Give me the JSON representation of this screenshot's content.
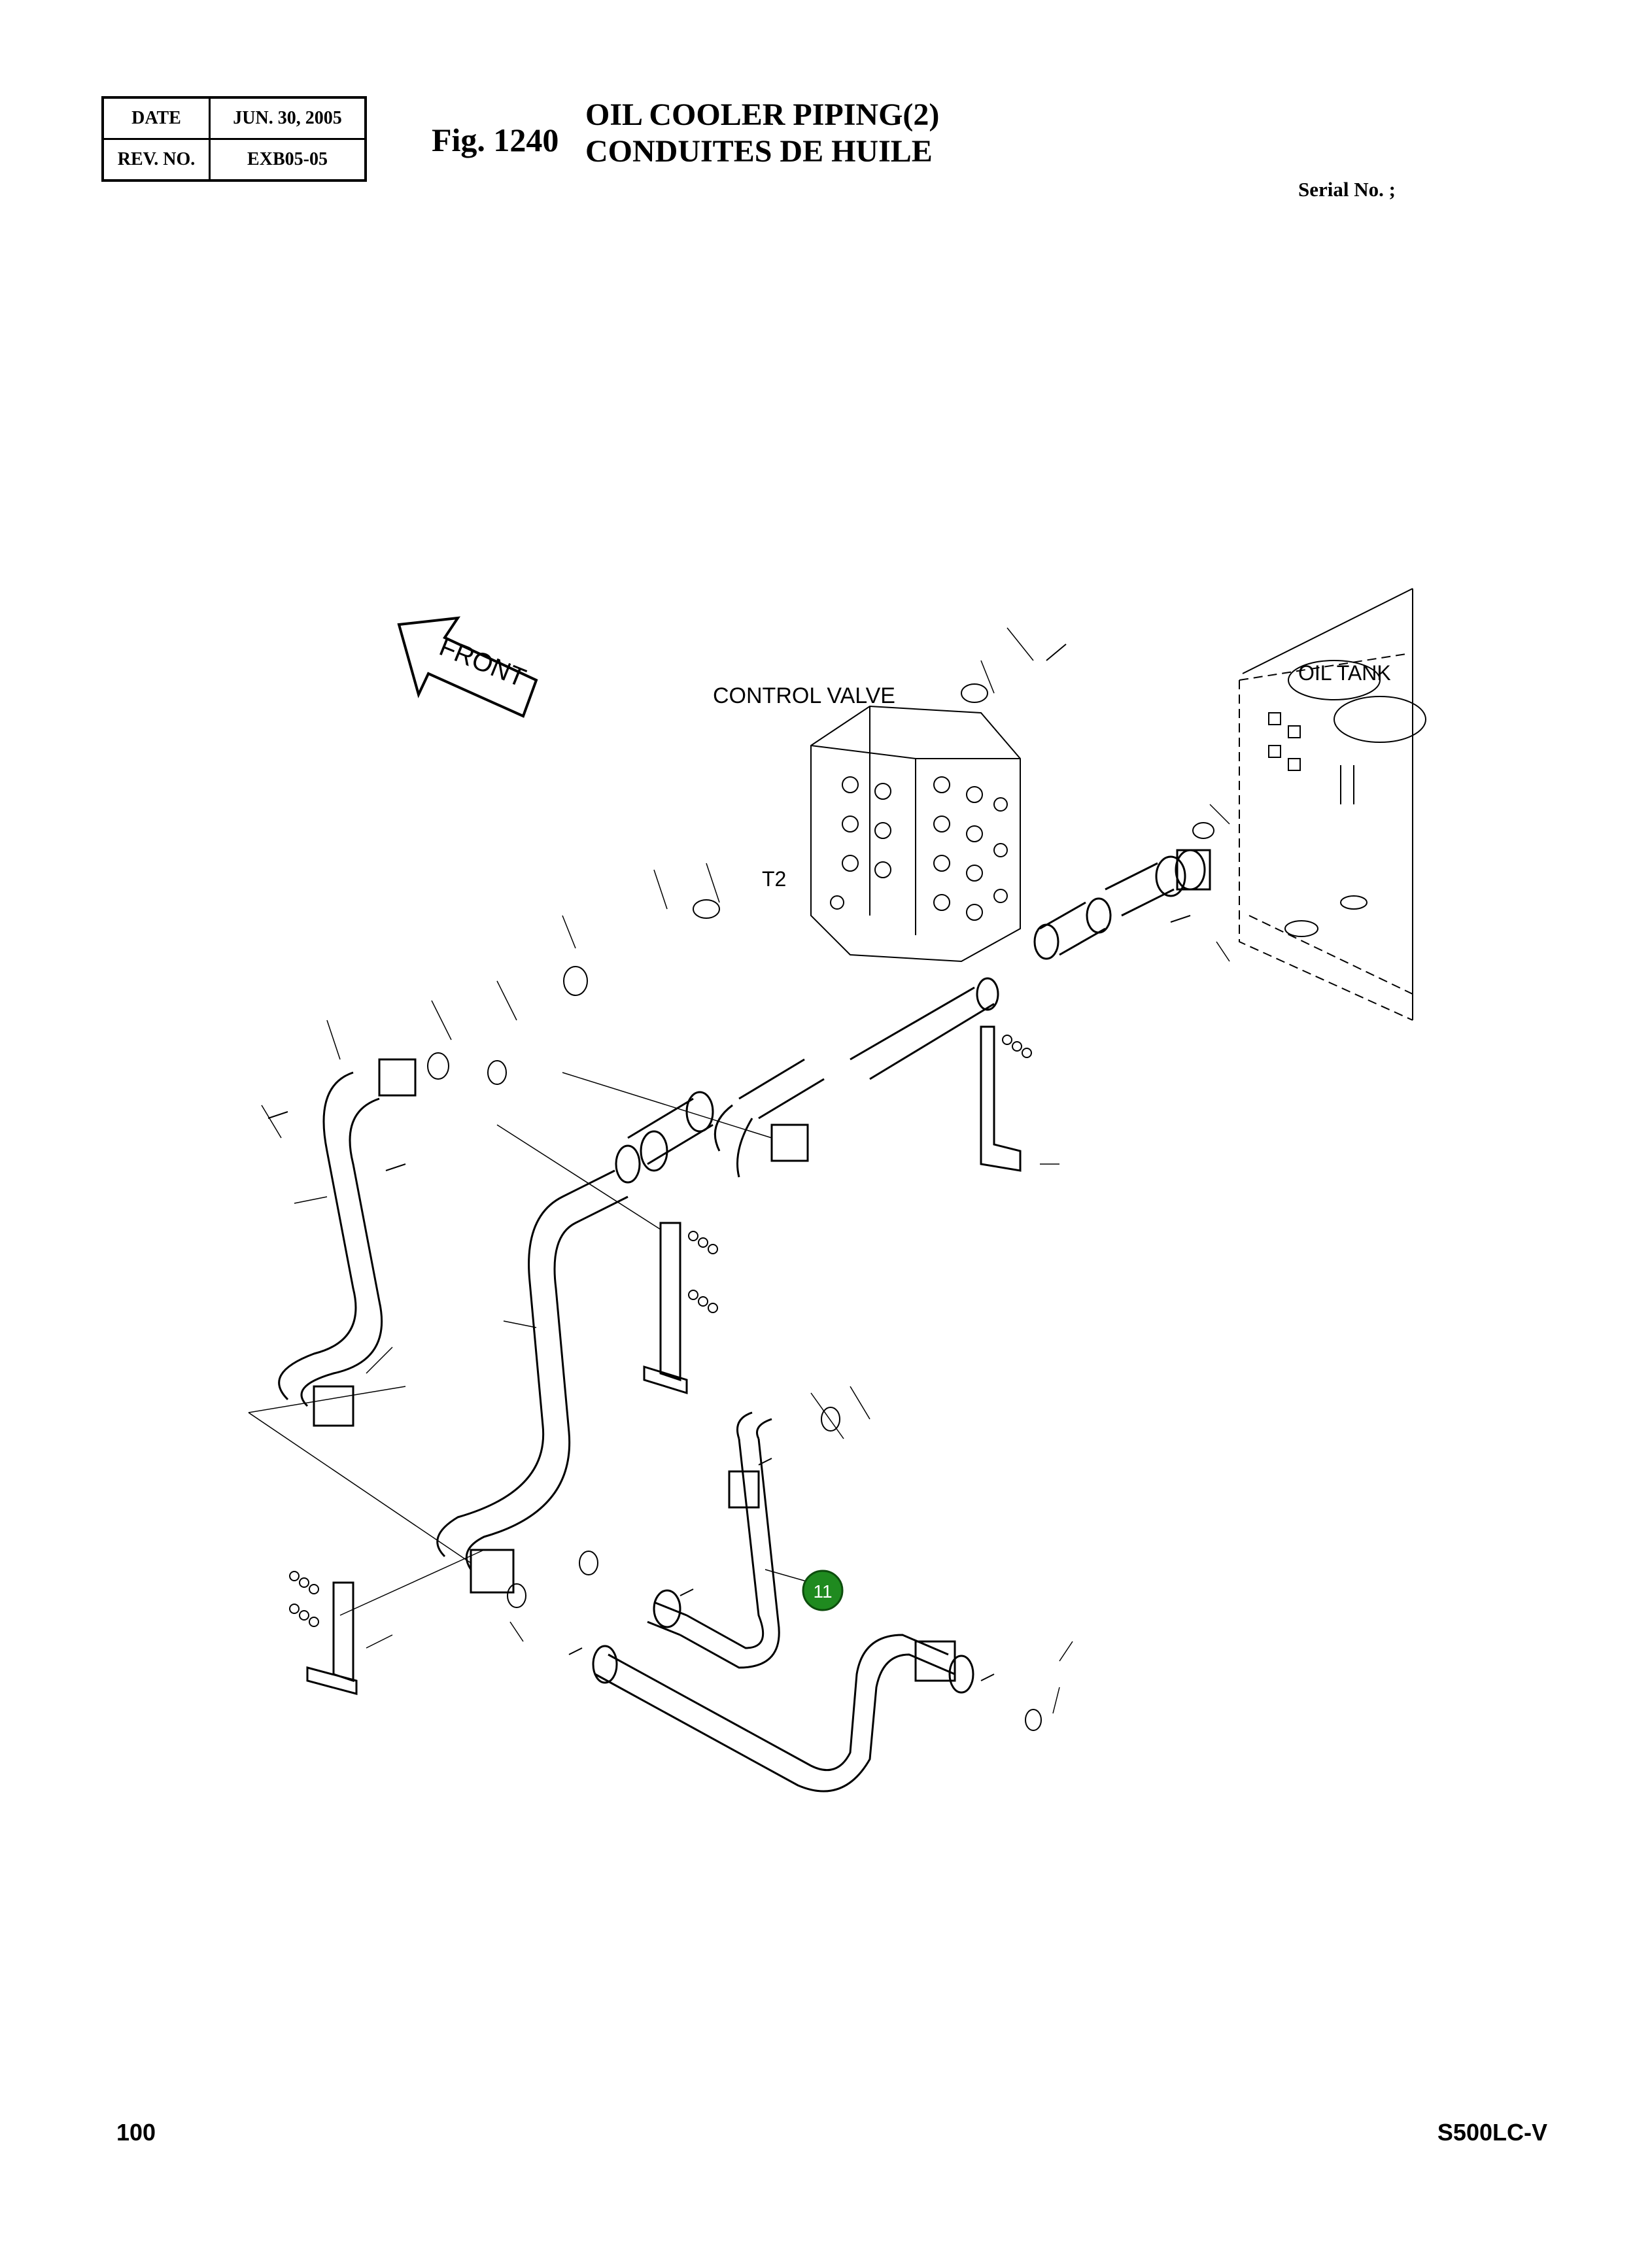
{
  "header": {
    "date_label": "DATE",
    "date_value": "JUN. 30, 2005",
    "rev_label": "REV. NO.",
    "rev_value": "EXB05-05",
    "fig_label": "Fig. 1240",
    "title_en": "OIL COOLER PIPING(2)",
    "title_fr": "CONDUITES DE HUILE",
    "serial": "Serial No. ;"
  },
  "diagram": {
    "front_label": "FRONT",
    "control_valve_label": "CONTROL VALVE",
    "port_label": "T2",
    "oil_tank_label": "OIL TANK",
    "highlight_part": "11",
    "highlight_color": "#1f8a1f"
  },
  "footer": {
    "page_number": "100",
    "model": "S500LC-V"
  }
}
